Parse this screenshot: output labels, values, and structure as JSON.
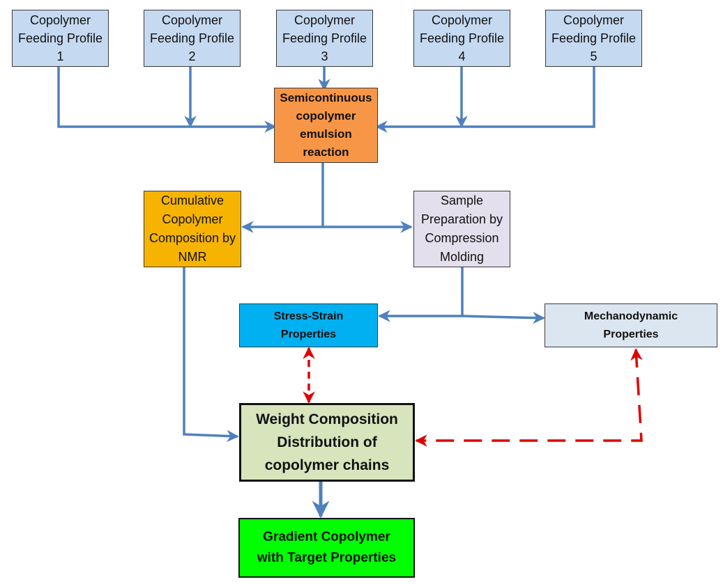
{
  "colors": {
    "feed_box": "#c5d9f1",
    "reaction_box": "#f79646",
    "nmr_box": "#f6b400",
    "sample_box": "#e4dfec",
    "stress_box": "#00b0f0",
    "mechano_box": "#dce6f1",
    "weight_box": "#d7e4bc",
    "gradient_box": "#00ff00",
    "arrow_blue": "#4f81bd",
    "arrow_red": "#e00000"
  },
  "nodes": {
    "feed_1": "Copolymer\nFeeding Profile\n1",
    "feed_2": "Copolymer\nFeeding Profile\n2",
    "feed_3": "Copolymer\nFeeding Profile\n3",
    "feed_4": "Copolymer\nFeeding Profile\n4",
    "feed_5": "Copolymer\nFeeding Profile\n5",
    "reaction": "Semicontinuous\ncopolymer\nemulsion\nreaction",
    "nmr": "Cumulative\nCopolymer\nComposition by\nNMR",
    "sample_prep": "Sample\nPreparation by\nCompression\nMolding",
    "stress_strain": "Stress-Strain\nProperties",
    "mechanodynamic": "Mechanodynamic\nProperties",
    "weight_composition": "Weight Composition\nDistribution of\ncopolymer chains",
    "gradient_copolymer": "Gradient Copolymer\nwith Target Properties"
  }
}
